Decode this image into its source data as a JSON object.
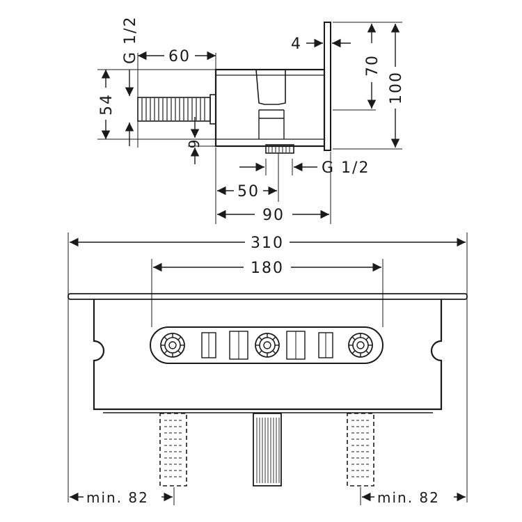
{
  "dimensions": {
    "side_view": {
      "thread_inlet": "G 1/2",
      "inlet_length": "60",
      "inlet_height": "54",
      "inlet_offset": "9",
      "plate_thickness": "4",
      "body_height": "70",
      "plate_height": "100",
      "thread_outlet": "G 1/2",
      "outlet_offset": "50",
      "body_depth": "90"
    },
    "front_view": {
      "overall_width": "310",
      "hole_spacing": "180",
      "min_left": "min. 82",
      "min_right": "min. 82"
    }
  },
  "colors": {
    "line": "#1a1a1a",
    "background": "#ffffff"
  }
}
